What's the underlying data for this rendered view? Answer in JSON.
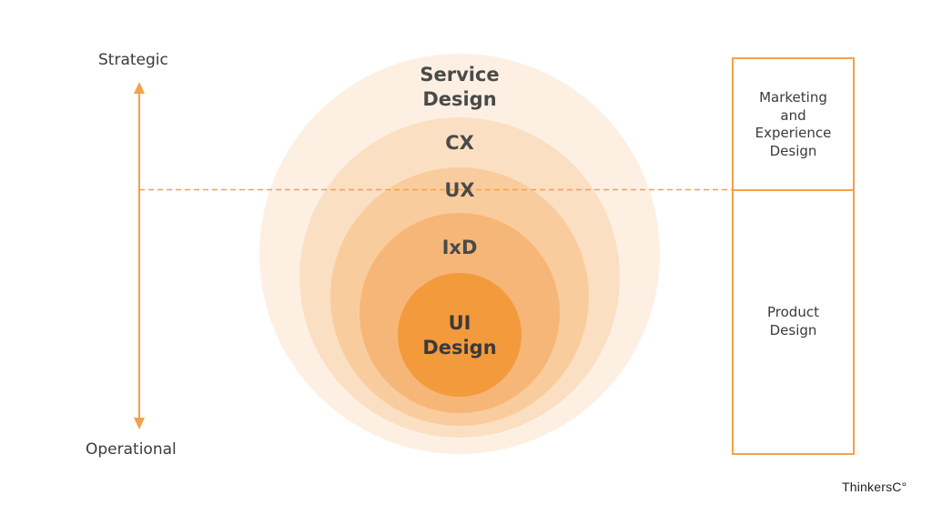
{
  "axis": {
    "top_label": "Strategic",
    "bottom_label": "Operational"
  },
  "rings": [
    {
      "label": "Service\nDesign",
      "color": "#fdf0e3"
    },
    {
      "label": "CX",
      "color": "#fbdfc3"
    },
    {
      "label": "UX",
      "color": "#f9cc9e"
    },
    {
      "label": "IxD",
      "color": "#f6b677"
    },
    {
      "label": "UI\nDesign",
      "color": "#f39a3d"
    }
  ],
  "boxes": {
    "marketing": "Marketing\nand\nExperience\nDesign",
    "product": "Product\nDesign"
  },
  "brand": "ThinkersC°",
  "colors": {
    "accent": "#f5a04a",
    "text": "#3a3a3a"
  }
}
